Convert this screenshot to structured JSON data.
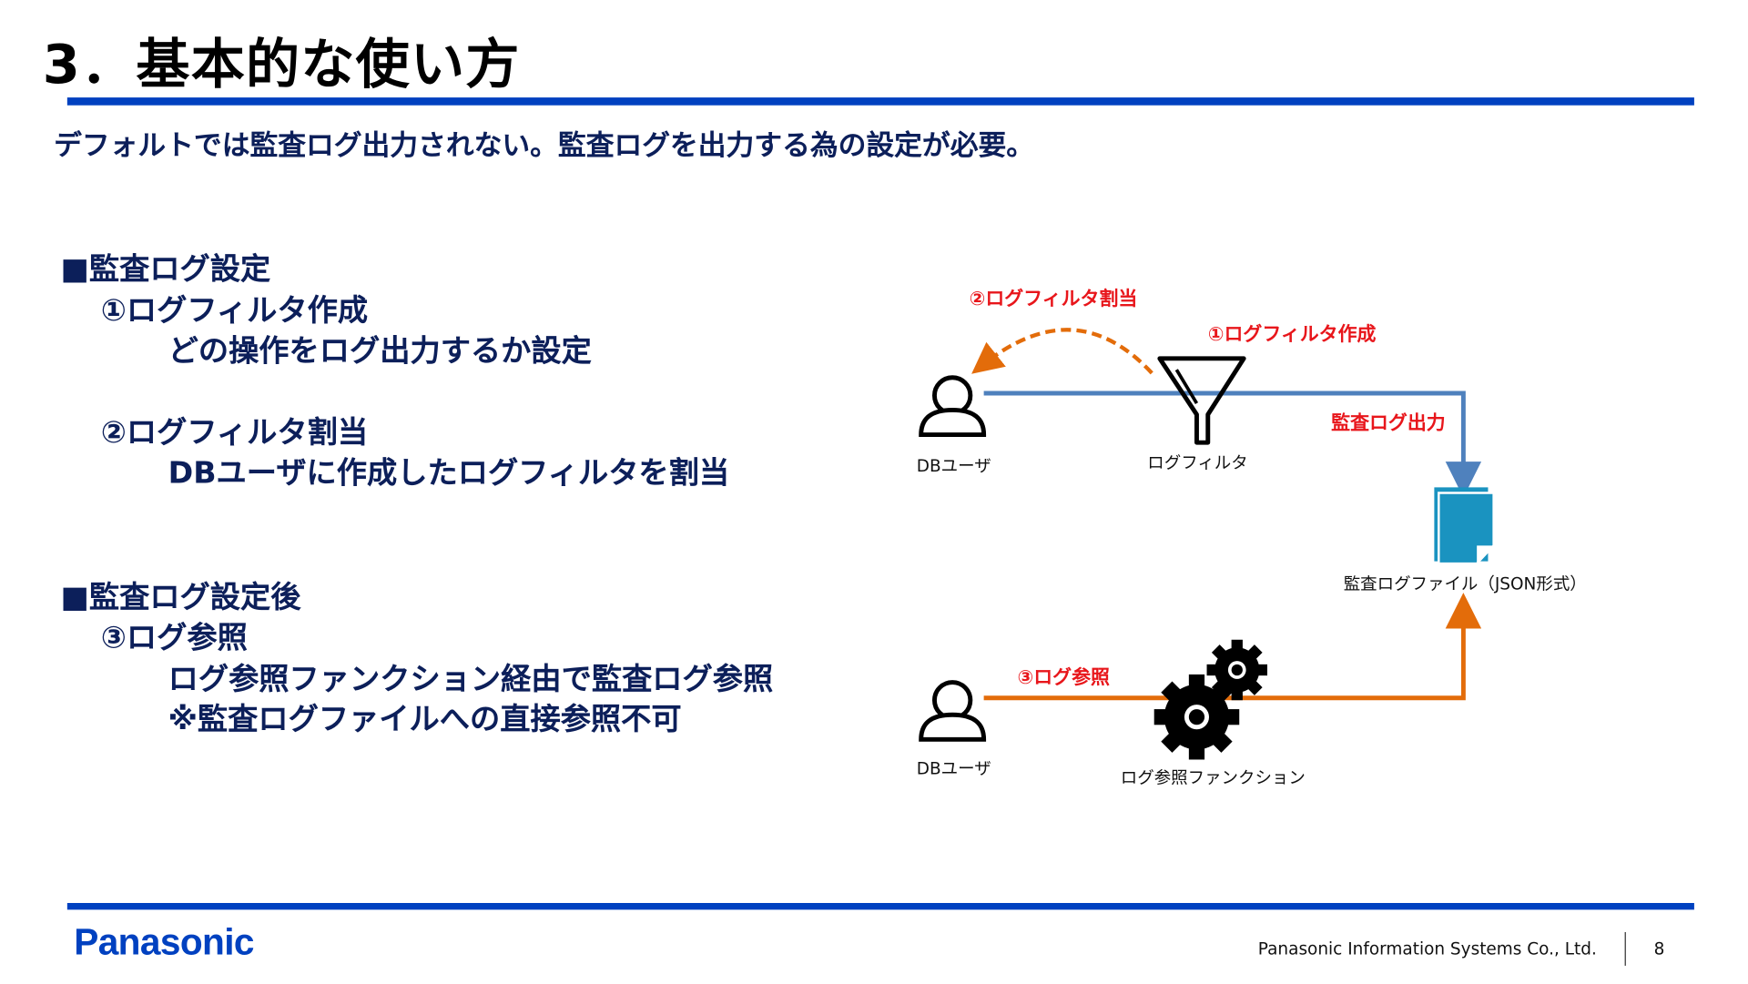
{
  "slide": {
    "title": "3．基本的な使い方",
    "subtitle": "デフォルトでは監査ログ出力されない。監査ログを出力する為の設定が必要。",
    "bullets": [
      {
        "text": "■監査ログ設定"
      },
      {
        "text": "①ログフィルタ作成"
      },
      {
        "text": "どの操作をログ出力するか設定"
      },
      {
        "text": "②ログフィルタ割当"
      },
      {
        "text": "DBユーザに作成したログフィルタを割当"
      },
      {
        "text": "■監査ログ設定後"
      },
      {
        "text": "③ログ参照"
      },
      {
        "text": "ログ参照ファンクション経由で監査ログ参照"
      },
      {
        "text": "※監査ログファイルへの直接参照不可"
      }
    ]
  },
  "diagram": {
    "user_top_label": "DBユーザ",
    "filter_label": "ログフィルタ",
    "step1_label": "①ログフィルタ作成",
    "step2_label": "②ログフィルタ割当",
    "output_label": "監査ログ出力",
    "logfile_label": "監査ログファイル（JSON形式）",
    "step3_label": "③ログ参照",
    "user_bottom_label": "DBユーザ",
    "function_label": "ログ参照ファンクション",
    "colors": {
      "blue_line": "#4f81bd",
      "orange_line": "#e36c0a",
      "red_text": "#e8161b",
      "doc": "#1a93c0"
    }
  },
  "footer": {
    "logo": "Panasonic",
    "company": "Panasonic Information Systems Co., Ltd.",
    "page": "8"
  }
}
